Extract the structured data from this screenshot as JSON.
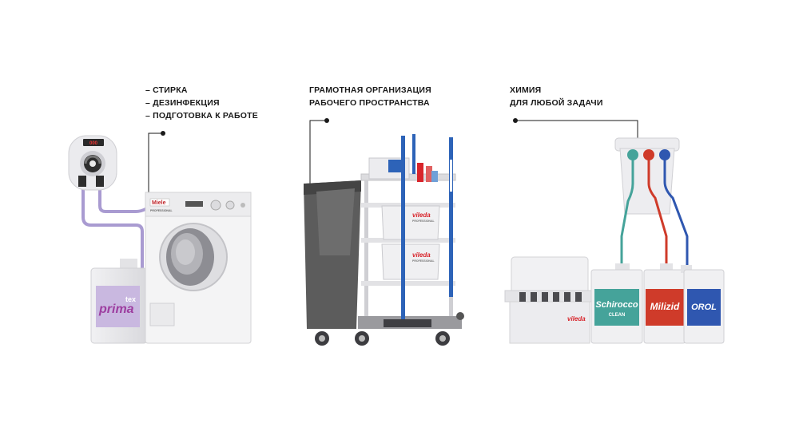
{
  "panels": [
    {
      "id": "laundry",
      "caption_lines": [
        "– СТИРКА",
        "– ДЕЗИНФЕКЦИЯ",
        "– ПОДГОТОВКА К РАБОТЕ"
      ]
    },
    {
      "id": "cart",
      "caption_lines": [
        "ГРАМОТНАЯ ОРГАНИЗАЦИЯ",
        "РАБОЧЕГО ПРОСТРАНСТВА"
      ]
    },
    {
      "id": "chemistry",
      "caption_lines": [
        "ХИМИЯ",
        "ДЛЯ ЛЮБОЙ ЗАДАЧИ"
      ]
    }
  ],
  "labels": {
    "miele": "Miele",
    "miele_sub": "PROFESSIONAL",
    "tex": "tex",
    "prima": "prima",
    "vileda": "vileda",
    "vileda_sub": "PROFESSIONAL",
    "schirocco": "Schirocco",
    "schirocco_sub": "CLEAN",
    "milizid": "Milizid",
    "orol": "OROL"
  },
  "colors": {
    "hose_purple": "#a99bd1",
    "hose_teal": "#45a39a",
    "hose_red": "#cf3b2a",
    "hose_blue": "#2f57b0",
    "vileda_red": "#d8252b",
    "mop_blue": "#2d63b8",
    "prima_purple": "#9d3ea0",
    "cart_bag": "#5c5c5c"
  }
}
